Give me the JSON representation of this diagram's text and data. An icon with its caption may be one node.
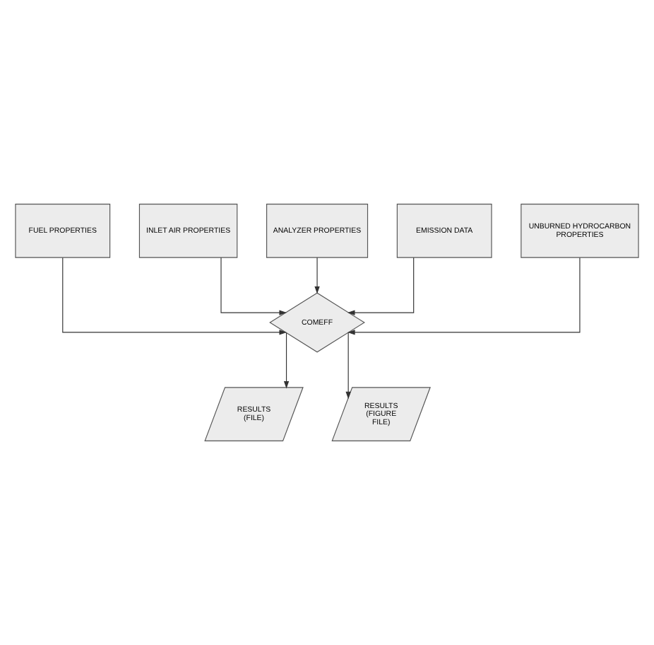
{
  "diagram": {
    "nodes": [
      {
        "text": [
          "FUEL PROPERTIES"
        ]
      },
      {
        "text": [
          "INLET AIR PROPERTIES"
        ]
      },
      {
        "text": [
          "ANALYZER PROPERTIES"
        ]
      },
      {
        "text": [
          "EMISSION DATA"
        ]
      },
      {
        "text": [
          "UNBURNED HYDROCARBON PROPERTIES"
        ]
      },
      {
        "text": [
          "COMEFF"
        ]
      },
      {
        "text": [
          "RESULTS (FILE)"
        ]
      },
      {
        "text": [
          "RESULTS (FIGURE FILE)"
        ]
      }
    ],
    "edges": [
      {
        "from": 0,
        "to": 5,
        "arrow": "to"
      },
      {
        "from": 1,
        "to": 5,
        "arrow": "to"
      },
      {
        "from": 2,
        "to": 5,
        "arrow": "to"
      },
      {
        "from": 3,
        "to": 5,
        "arrow": "to"
      },
      {
        "from": 4,
        "to": 5,
        "arrow": "to"
      },
      {
        "from": 5,
        "to": 6,
        "arrow": "to"
      },
      {
        "from": 5,
        "to": 7,
        "arrow": "to"
      }
    ]
  }
}
